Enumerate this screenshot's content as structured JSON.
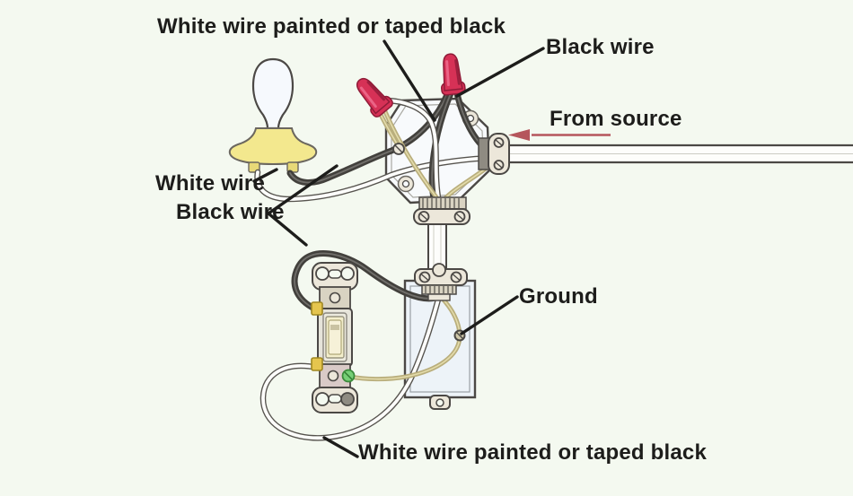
{
  "diagram": {
    "type": "electrical-wiring-diagram",
    "subject": "Switch loop wiring: light fixture, octagonal junction box and single-pole switch",
    "labels": {
      "top_white_wire": "White wire painted or taped black",
      "black_wire_top": "Black wire",
      "from_source": "From source",
      "white_wire_left": "White wire",
      "black_wire_left": "Black wire",
      "ground": "Ground",
      "bottom_white_wire": "White wire painted or taped black"
    },
    "components": [
      "light-bulb-fixture",
      "octagonal-junction-box",
      "red-wire-connector-left",
      "red-wire-connector-right",
      "source-cable",
      "cable-clamp",
      "switch-box",
      "single-pole-switch",
      "ground-screw",
      "green-ground-screw"
    ],
    "colors": {
      "background": "#f4f9f0",
      "text": "#1d1d1b",
      "leader_line": "#1d1d1b",
      "arrow_red": "#b5565c",
      "wire_black": "#42403c",
      "wire_black_highlight": "#8a8884",
      "wire_white_outline": "#56534e",
      "wire_white_fill": "#fdfdfb",
      "wire_ground": "#b9ae7c",
      "wire_ground_highlight": "#e4dcab",
      "wire_nut": "#d63156",
      "wire_nut_dark": "#8f1c38",
      "wire_nut_highlight": "#ee6d8e",
      "bulb_glass": "#f6f9fd",
      "bulb_base": "#f3e88e",
      "bulb_base_dark": "#e8d977",
      "box_fill": "#f8fafc",
      "switch_box_fill": "#edf3f8",
      "outline": "#4b4845",
      "metal_fill": "#ece7da",
      "metal_mid": "#d9d3c2",
      "brass": "#e5c54e",
      "green_screw": "#76cf76",
      "switch_face": "#e6e4da",
      "toggle": "#f3eecb",
      "switch_lower": "#d9cac7"
    }
  }
}
